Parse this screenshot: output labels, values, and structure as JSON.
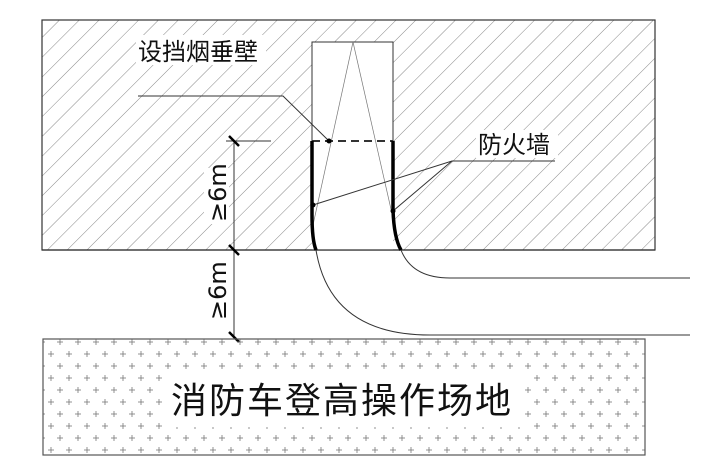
{
  "labels": {
    "smoke_barrier": "设挡烟垂壁",
    "firewall": "防火墙",
    "dimension_upper": "≥6m",
    "dimension_lower": "≥6m",
    "operation_area": "消防车登高操作场地"
  },
  "colors": {
    "line": "#333333",
    "hatch": "#888888",
    "background": "#ffffff"
  }
}
